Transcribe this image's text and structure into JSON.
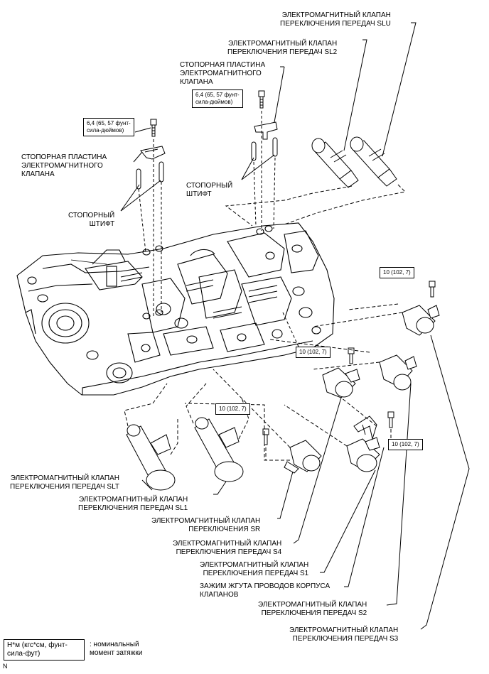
{
  "labels": {
    "slu": "ЭЛЕКТРОМАГНИТНЫЙ КЛАПАН\nПЕРЕКЛЮЧЕНИЯ ПЕРЕДАЧ SLU",
    "sl2": "ЭЛЕКТРОМАГНИТНЫЙ КЛАПАН\nПЕРЕКЛЮЧЕНИЯ ПЕРЕДАЧ SL2",
    "plate_right": "СТОПОРНАЯ ПЛАСТИНА\nЭЛЕКТРОМАГНИТНОГО\nКЛАПАНА",
    "plate_left": "СТОПОРНАЯ ПЛАСТИНА\nЭЛЕКТРОМАГНИТНОГО\nКЛАПАНА",
    "pin_right": "СТОПОРНЫЙ\nШТИФТ",
    "pin_left": "СТОПОРНЫЙ\nШТИФТ",
    "slt": "ЭЛЕКТРОМАГНИТНЫЙ КЛАПАН\nПЕРЕКЛЮЧЕНИЯ ПЕРЕДАЧ SLT",
    "sl1": "ЭЛЕКТРОМАГНИТНЫЙ КЛАПАН\nПЕРЕКЛЮЧЕНИЯ ПЕРЕДАЧ SL1",
    "sr": "ЭЛЕКТРОМАГНИТНЫЙ КЛАПАН\nПЕРЕКЛЮЧЕНИЯ SR",
    "s4": "ЭЛЕКТРОМАГНИТНЫЙ КЛАПАН\nПЕРЕКЛЮЧЕНИЯ ПЕРЕДАЧ S4",
    "s1": "ЭЛЕКТРОМАГНИТНЫЙ КЛАПАН\nПЕРЕКЛЮЧЕНИЯ ПЕРЕДАЧ S1",
    "clamp": "ЗАЖИМ ЖГУТА ПРОВОДОВ КОРПУСА\nКЛАПАНОВ",
    "s2": "ЭЛЕКТРОМАГНИТНЫЙ КЛАПАН\nПЕРЕКЛЮЧЕНИЯ ПЕРЕДАЧ S2",
    "s3": "ЭЛЕКТРОМАГНИТНЫЙ КЛАПАН\nПЕРЕКЛЮЧЕНИЯ ПЕРЕДАЧ S3"
  },
  "torque": {
    "plate_left": "6,4 (65, 57 фунт-\nсила-дюймов)",
    "plate_right": "6,4 (65, 57 фунт-\nсила-дюймов)",
    "s3": "10 (102, 7)",
    "s4": "10 (102, 7)",
    "sr": "10 (102, 7)",
    "s2": "10 (102, 7)"
  },
  "legend": {
    "unit": "Н*м (кгс*см, фунт-\nсила-фут)",
    "note": ": номинальный\nмомент затяжки"
  },
  "figure_code": "N"
}
